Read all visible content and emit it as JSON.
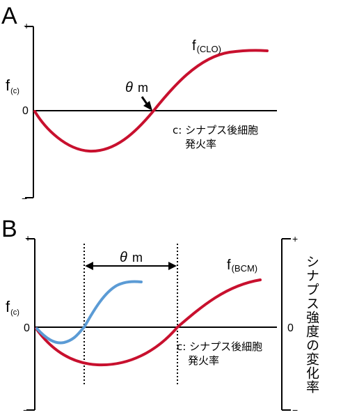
{
  "panelA": {
    "label": "A",
    "y_plus": "+",
    "y_minus": "−",
    "y_label": "f",
    "y_label_sub": "(c)",
    "zero": "0",
    "curve_label": "f",
    "curve_label_sub": "(CLO)",
    "theta": "θ",
    "theta_m": "m",
    "x_label_line1": "c: シナプス後細胞",
    "x_label_line2": "発火率"
  },
  "panelB": {
    "label": "B",
    "y_plus": "+",
    "y_minus": "−",
    "y_label": "f",
    "y_label_sub": "(c)",
    "zero": "0",
    "curve_label": "f",
    "curve_label_sub": "(BCM)",
    "theta": "θ",
    "theta_m": "m",
    "x_label_line1": "c: シナプス後細胞",
    "x_label_line2": "発火率",
    "right_plus": "+",
    "right_minus": "−",
    "right_zero": "0",
    "right_label": "シナプス強度の変化率"
  },
  "colors": {
    "curve_red": "#c8102e",
    "curve_blue": "#5b9bd5"
  }
}
